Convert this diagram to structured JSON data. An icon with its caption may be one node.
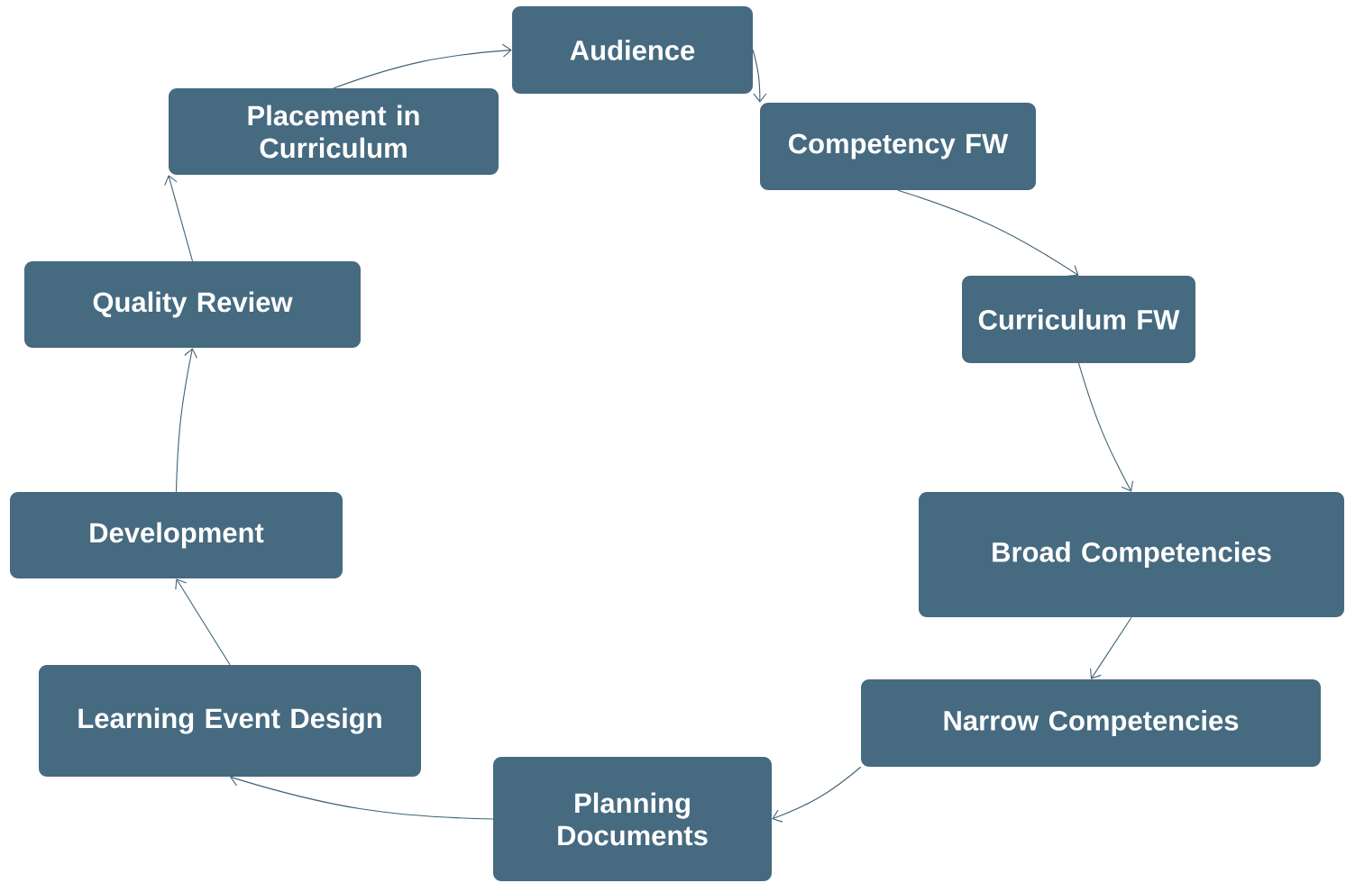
{
  "diagram": {
    "nodes": [
      {
        "text": [
          "Audience"
        ]
      },
      {
        "text": [
          "Competency FW"
        ]
      },
      {
        "text": [
          "Curriculum FW"
        ]
      },
      {
        "text": [
          "Broad Competencies"
        ]
      },
      {
        "text": [
          "Narrow Competencies"
        ]
      },
      {
        "text": [
          "Planning Documents"
        ]
      },
      {
        "text": [
          "Learning Event Design"
        ]
      },
      {
        "text": [
          "Development"
        ]
      },
      {
        "text": [
          "Quality Review"
        ]
      },
      {
        "text": [
          "Placement in Curriculum"
        ]
      }
    ],
    "edges": [
      {
        "from": 0,
        "to": 1,
        "arrow": "to"
      },
      {
        "from": 1,
        "to": 2,
        "arrow": "to"
      },
      {
        "from": 2,
        "to": 3,
        "arrow": "to"
      },
      {
        "from": 3,
        "to": 4,
        "arrow": "to"
      },
      {
        "from": 4,
        "to": 5,
        "arrow": "to"
      },
      {
        "from": 5,
        "to": 6,
        "arrow": "to"
      },
      {
        "from": 6,
        "to": 7,
        "arrow": "to"
      },
      {
        "from": 7,
        "to": 8,
        "arrow": "to"
      },
      {
        "from": 8,
        "to": 9,
        "arrow": "to"
      },
      {
        "from": 9,
        "to": 0,
        "arrow": "to"
      }
    ]
  }
}
